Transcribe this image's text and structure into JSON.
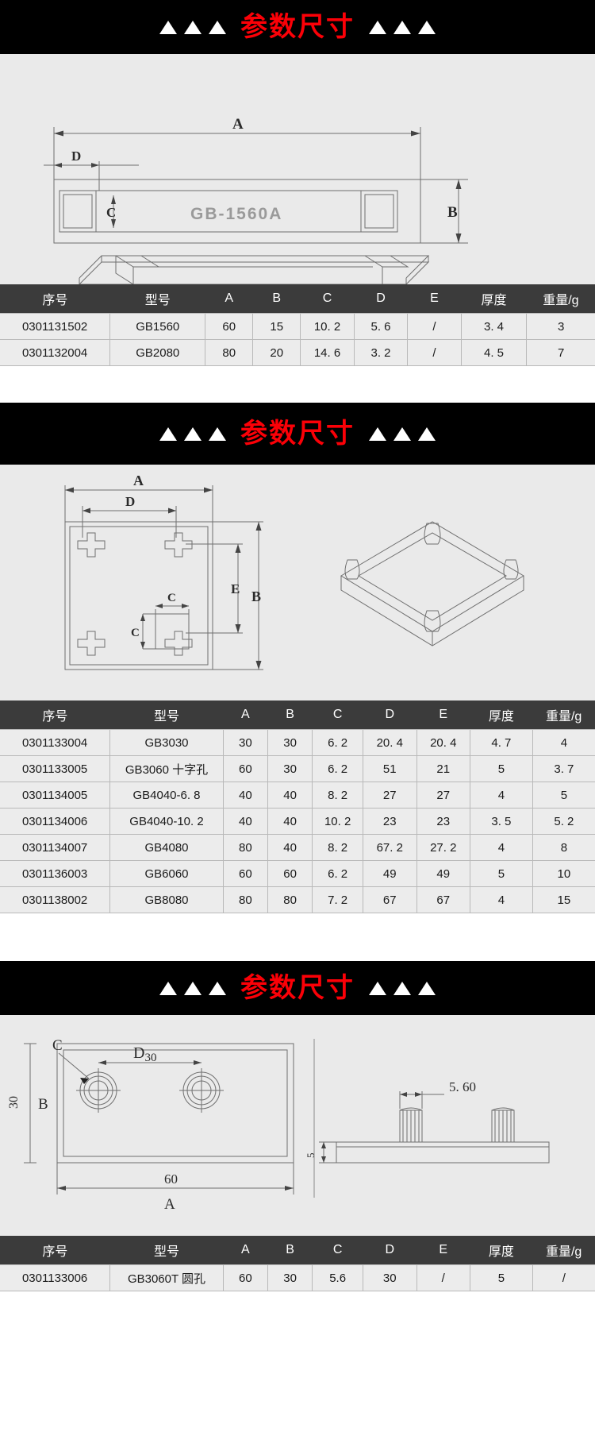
{
  "banners": [
    {
      "title": "参数尺寸",
      "triangles_left": 3,
      "triangles_right": 3,
      "color": "#fb0007"
    },
    {
      "title": "参数尺寸",
      "triangles_left": 3,
      "triangles_right": 3,
      "color": "#fb0007"
    },
    {
      "title": "参数尺寸",
      "triangles_left": 3,
      "triangles_right": 3,
      "color": "#fb0007"
    }
  ],
  "sections": [
    {
      "drawing": {
        "part_label": "GB-1560A",
        "dimension_labels": [
          "A",
          "B",
          "C",
          "D"
        ],
        "views": [
          "front-view",
          "isometric-view"
        ]
      },
      "table": {
        "headers": [
          "序号",
          "型号",
          "A",
          "B",
          "C",
          "D",
          "E",
          "厚度",
          "重量/g"
        ],
        "rows": [
          [
            "0301131502",
            "GB1560",
            "60",
            "15",
            "10. 2",
            "5. 6",
            "/",
            "3. 4",
            "3"
          ],
          [
            "0301132004",
            "GB2080",
            "80",
            "20",
            "14. 6",
            "3. 2",
            "/",
            "4. 5",
            "7"
          ]
        ]
      }
    },
    {
      "drawing": {
        "part_label": "",
        "dimension_labels": [
          "A",
          "D",
          "E",
          "B",
          "C"
        ],
        "views": [
          "top-view",
          "isometric-view"
        ]
      },
      "table": {
        "headers": [
          "序号",
          "型号",
          "A",
          "B",
          "C",
          "D",
          "E",
          "厚度",
          "重量/g"
        ],
        "rows": [
          [
            "0301133004",
            "GB3030",
            "30",
            "30",
            "6. 2",
            "20. 4",
            "20. 4",
            "4. 7",
            "4"
          ],
          [
            "0301133005",
            "GB3060 十字孔",
            "60",
            "30",
            "6. 2",
            "51",
            "21",
            "5",
            "3. 7"
          ],
          [
            "0301134005",
            "GB4040-6. 8",
            "40",
            "40",
            "8. 2",
            "27",
            "27",
            "4",
            "5"
          ],
          [
            "0301134006",
            "GB4040-10. 2",
            "40",
            "40",
            "10. 2",
            "23",
            "23",
            "3. 5",
            "5. 2"
          ],
          [
            "0301134007",
            "GB4080",
            "80",
            "40",
            "8. 2",
            "67. 2",
            "27. 2",
            "4",
            "8"
          ],
          [
            "0301136003",
            "GB6060",
            "60",
            "60",
            "6. 2",
            "49",
            "49",
            "5",
            "10"
          ],
          [
            "0301138002",
            "GB8080",
            "80",
            "80",
            "7. 2",
            "67",
            "67",
            "4",
            "15"
          ]
        ]
      }
    },
    {
      "drawing": {
        "part_label": "",
        "dimension_labels": [
          "30",
          "B",
          "C",
          "D30",
          "60",
          "A",
          "5.60",
          "5"
        ],
        "views": [
          "top-view",
          "side-view"
        ]
      },
      "table": {
        "headers": [
          "序号",
          "型号",
          "A",
          "B",
          "C",
          "D",
          "E",
          "厚度",
          "重量/g"
        ],
        "rows": [
          [
            "0301133006",
            "GB3060T 圆孔",
            "60",
            "30",
            "5.6",
            "30",
            "/",
            "5",
            "/"
          ]
        ]
      }
    }
  ]
}
